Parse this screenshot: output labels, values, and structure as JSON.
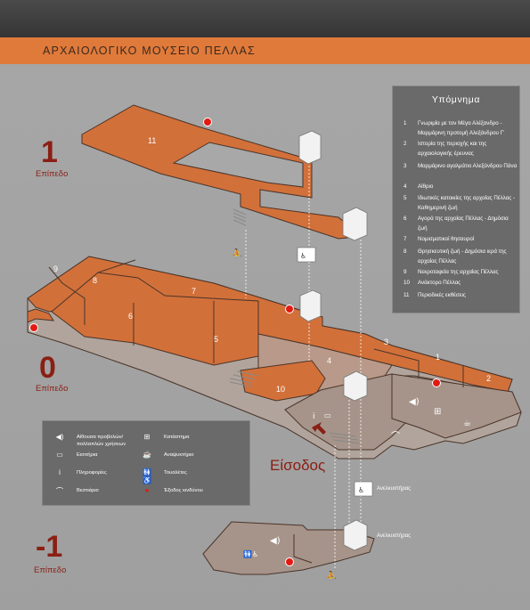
{
  "header": {
    "title": "ΑΡΧΑΙΟΛΟΓΙΚΟ ΜΟΥΣΕΙΟ ΠΕΛΛΑΣ"
  },
  "levels": [
    {
      "number": "1",
      "label": "Επίπεδο"
    },
    {
      "number": "0",
      "label": "Επίπεδο"
    },
    {
      "number": "-1",
      "label": "Επίπεδο"
    }
  ],
  "legend": {
    "title": "Υπόμνημα",
    "items": [
      {
        "n": "1",
        "text": "Γνωριμία με τον Μέγα Αλέξανδρο - Μαρμάρινη προτομή Αλεξάνδρου Γ'"
      },
      {
        "n": "2",
        "text": "Ιστορία της περιοχής και της αρχαιολογικής έρευνας"
      },
      {
        "n": "3",
        "text": "Μαρμάρινο αγαλμάτιο Αλεξάνδρου Πάνα"
      },
      {
        "n": "4",
        "text": "Αίθριο"
      },
      {
        "n": "5",
        "text": "Ιδιωτικές κατοικίες της αρχαίας Πέλλας - Καθημερινή ζωή"
      },
      {
        "n": "6",
        "text": "Αγορά της αρχαίας Πέλλας - Δημόσια ζωή"
      },
      {
        "n": "7",
        "text": "Νομισματικοί θησαυροί"
      },
      {
        "n": "8",
        "text": "Θρησκευτική ζωή - Δημόσια ιερά της αρχαίας Πέλλας"
      },
      {
        "n": "9",
        "text": "Νεκροταφεία της αρχαίας Πέλλας"
      },
      {
        "n": "10",
        "text": "Ανάκτορο Πέλλας"
      },
      {
        "n": "11",
        "text": "Περιοδικές εκθέσεις"
      }
    ]
  },
  "key": {
    "items": [
      {
        "icon": "speaker-icon",
        "glyph": "◀)",
        "text": "Αίθουσα προβολών/ πολλαπλών χρήσεων"
      },
      {
        "icon": "gift-icon",
        "glyph": "⊞",
        "text": "Κατάστημα"
      },
      {
        "icon": "ticket-icon",
        "glyph": "▭",
        "text": "Εισιτήρια"
      },
      {
        "icon": "cup-icon",
        "glyph": "☕",
        "text": "Αναψυκτήριο"
      },
      {
        "icon": "info-icon",
        "glyph": "i",
        "text": "Πληροφορίες"
      },
      {
        "icon": "toilet-icon",
        "glyph": "🚻♿",
        "text": "Τουαλέτες"
      },
      {
        "icon": "hanger-icon",
        "glyph": "⌒",
        "text": "Βεστιάριο"
      },
      {
        "icon": "emergency-exit-icon",
        "glyph": "●",
        "text": "Έξοδος κινδύνου"
      }
    ]
  },
  "entrance_label": "Είσοδος",
  "elevator_labels": [
    "Ανελκυστήρας",
    "Ανελκυστήρας"
  ],
  "rooms_level1": [
    "11"
  ],
  "rooms_level0": [
    "9",
    "8",
    "7",
    "6",
    "5",
    "4",
    "3",
    "1",
    "2",
    "10"
  ],
  "colors": {
    "orange": "#d2703a",
    "dark_red": "#8a1f14",
    "beige": "#a6948a",
    "emergency": "#e21a12"
  }
}
